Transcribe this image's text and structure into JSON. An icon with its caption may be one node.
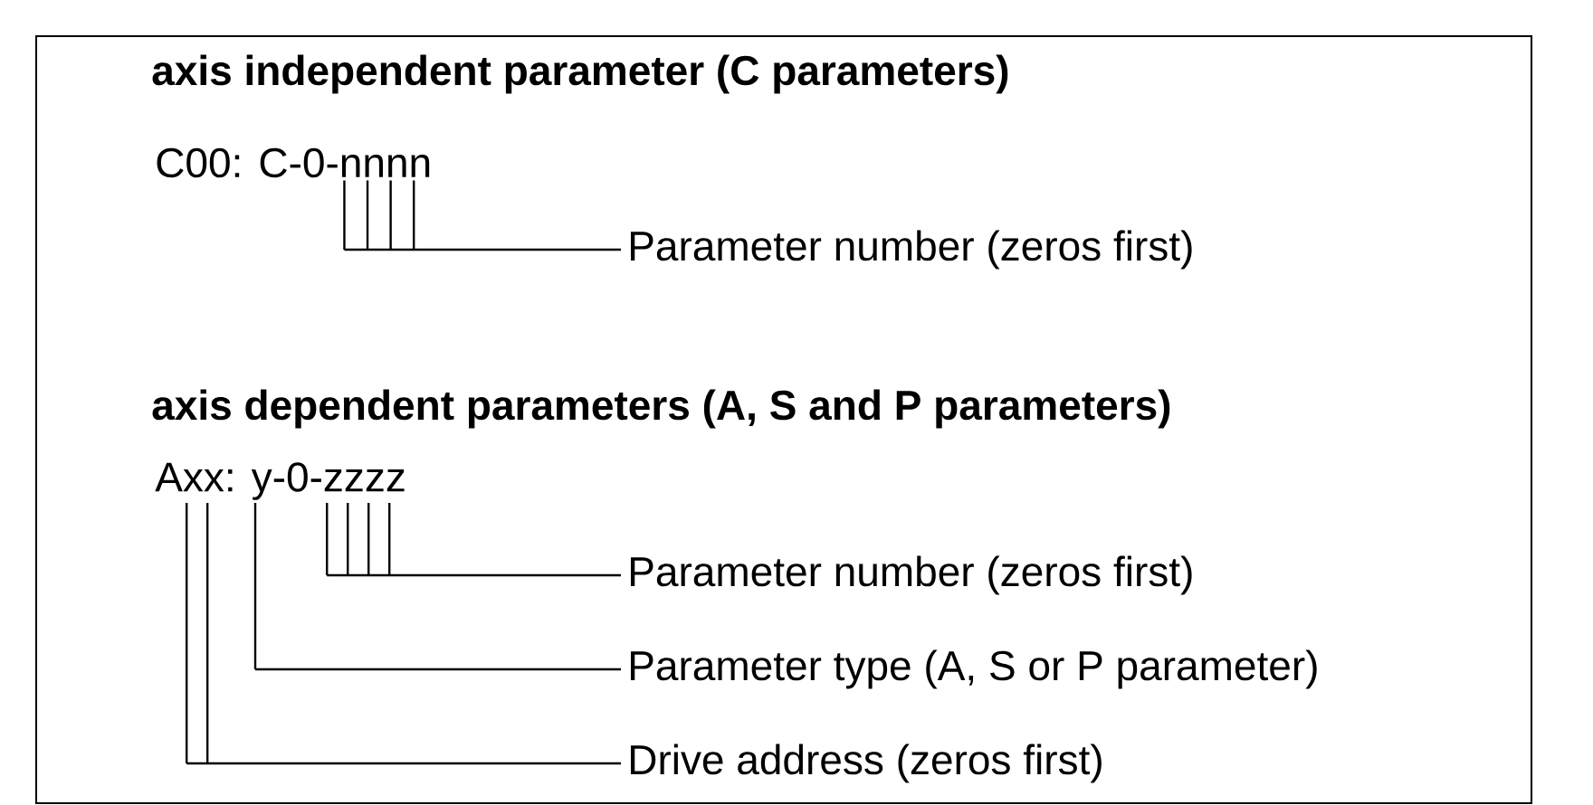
{
  "diagram": {
    "nodes": [
      {
        "text": [
          "C00: C-0-nnnn"
        ]
      },
      {
        "text": [
          "Parameter number (zeros first)"
        ]
      },
      {
        "text": [
          "Axx: y-0-zzzz"
        ]
      },
      {
        "text": [
          "Parameter number (zeros first)"
        ]
      },
      {
        "text": [
          "Parameter type (A, S or P parameter)"
        ]
      },
      {
        "text": [
          "Drive address (zeros first)"
        ]
      }
    ],
    "edges": [
      {
        "from": 1,
        "to": 0,
        "arrow": "none"
      },
      {
        "from": 3,
        "to": 2,
        "arrow": "none"
      },
      {
        "from": 4,
        "to": 2,
        "arrow": "none"
      },
      {
        "from": 5,
        "to": 2,
        "arrow": "none"
      }
    ],
    "labels": [
      "axis independent parameter (C parameters)",
      "axis dependent parameters (A, S and P parameters)"
    ]
  }
}
